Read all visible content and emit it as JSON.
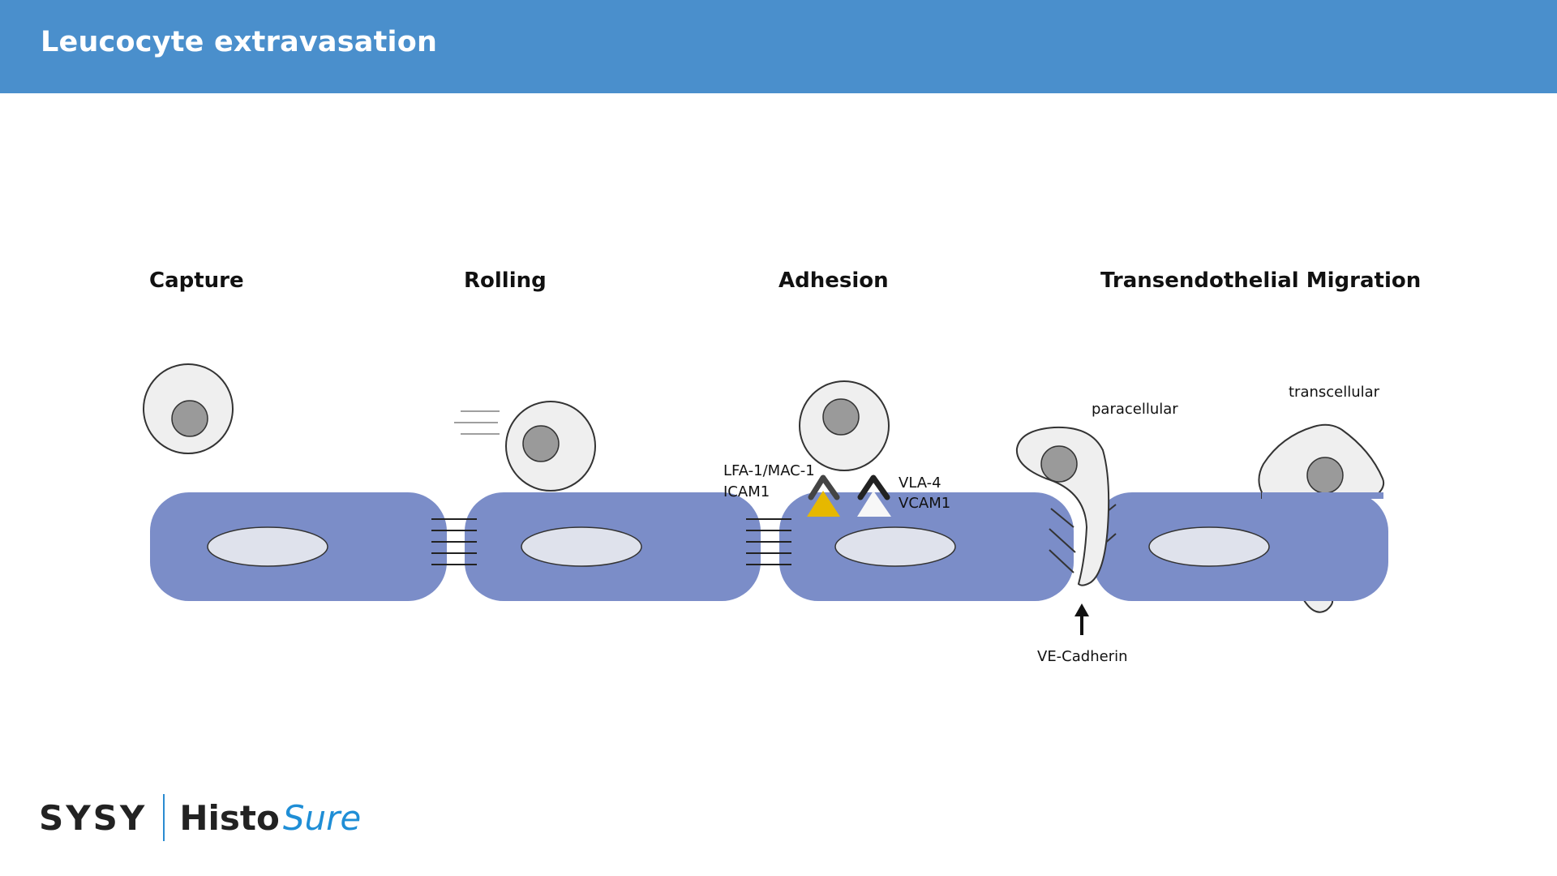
{
  "header": {
    "title": "Leucocyte extravasation"
  },
  "stages": {
    "capture": "Capture",
    "rolling": "Rolling",
    "adhesion": "Adhesion",
    "migration": "Transendothelial Migration"
  },
  "labels": {
    "lfa": "LFA-1/MAC-1",
    "icam": "ICAM1",
    "vla": "VLA-4",
    "vcam": "VCAM1",
    "paracellular": "paracellular",
    "transcellular": "transcellular",
    "vecadherin": "VE-Cadherin"
  },
  "logo": {
    "sysy": "SYSY",
    "histo": "Histo",
    "sure": "Sure"
  },
  "colors": {
    "header": "#4a8fcc",
    "endothelium": "#7b8dc8",
    "cell": "#efefef",
    "nucleus": "#9a9a9a",
    "icam_marker": "#e6b800",
    "logo_accent": "#1f8ed6"
  }
}
